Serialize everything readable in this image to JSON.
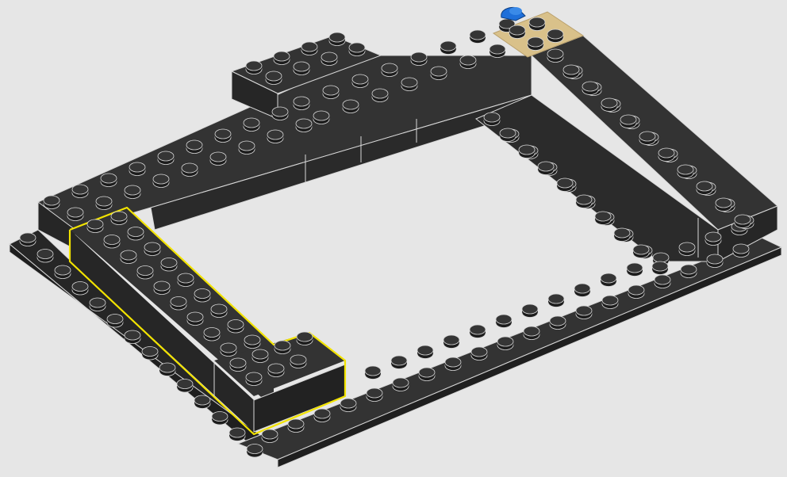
{
  "scene": {
    "subject": "lego-frame-build-step",
    "colors": {
      "background": "#e6e6e6",
      "brick_dark": "#2b2b2b",
      "brick_top": "#333333",
      "brick_edge": "#d8d8d8",
      "stud_top": "#2a2a2a",
      "stud_rim": "#1c1c1c",
      "highlight": "#f2e300",
      "tan_plate": "#d9c18a",
      "blue_piece": "#1e6fd9"
    },
    "highlighted_part": "l-shaped-brick",
    "corner_plate": "tan-2x2-plate",
    "accessory": "blue-small-part"
  }
}
